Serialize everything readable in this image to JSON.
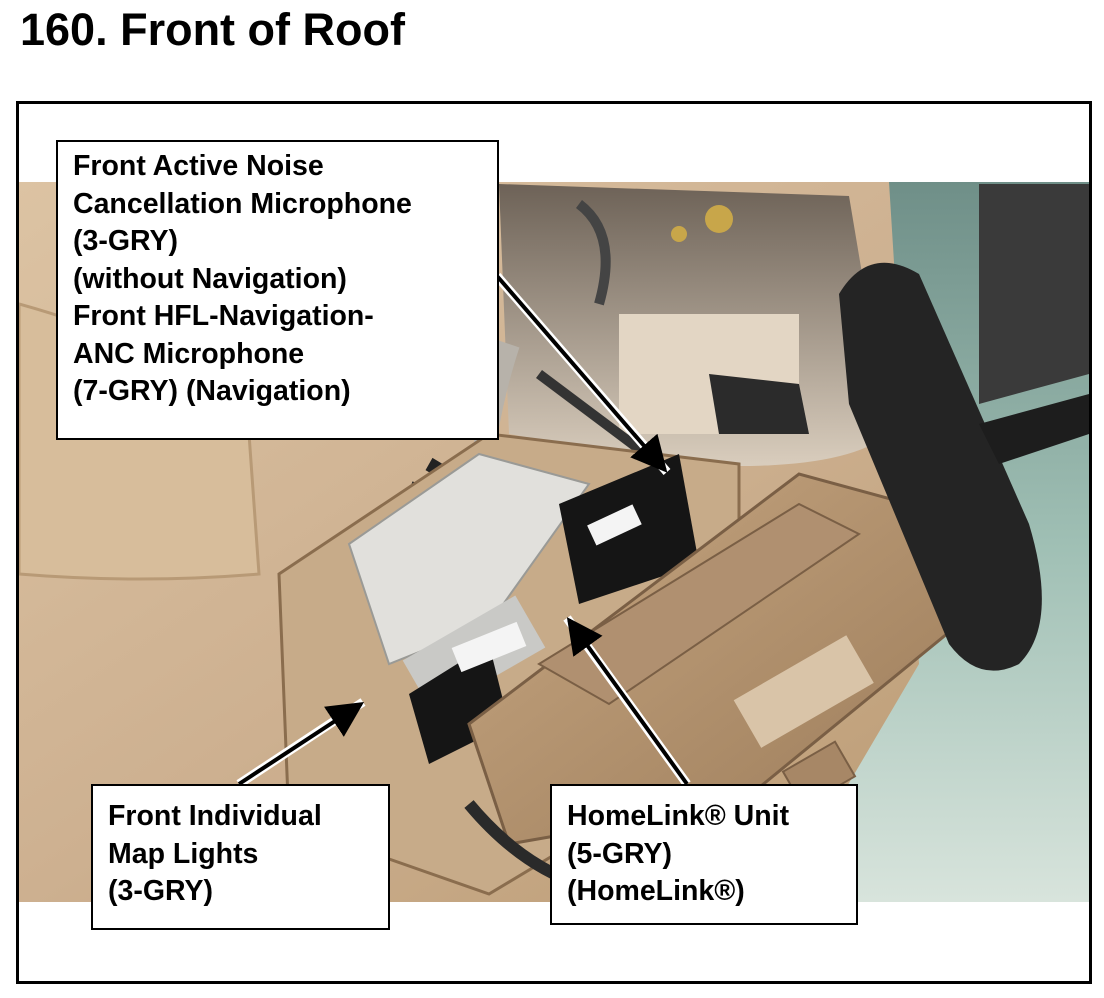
{
  "page": {
    "title": "160.  Front of Roof"
  },
  "callouts": {
    "anc_microphone": {
      "lines": [
        "Front Active Noise",
        "Cancellation Microphone",
        "(3-GRY)",
        "(without Navigation)",
        "Front HFL-Navigation-",
        "ANC Microphone",
        "(7-GRY) (Navigation)"
      ]
    },
    "map_lights": {
      "lines": [
        "Front Individual",
        "Map Lights",
        "(3-GRY)"
      ]
    },
    "homelink": {
      "lines": [
        "HomeLink® Unit",
        "(5-GRY)",
        "(HomeLink®)"
      ]
    }
  },
  "colors": {
    "headliner": "#cdb191",
    "console_housing": "#b59572",
    "windshield": "#8fb1a4",
    "mirror": "#2a2a2a",
    "connector": "#1a1a1a"
  }
}
